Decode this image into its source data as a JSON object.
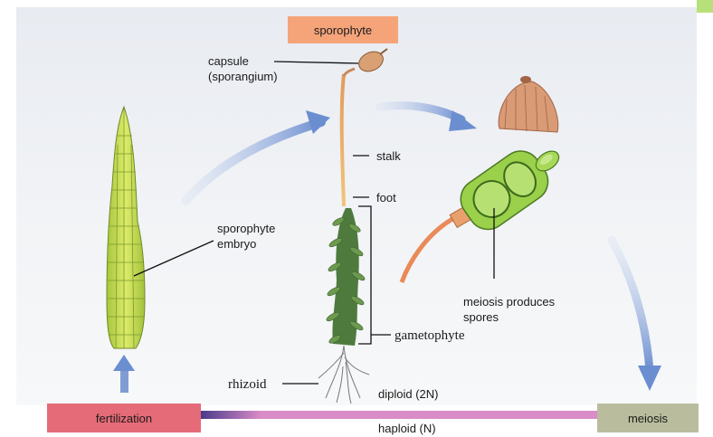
{
  "header_box": {
    "label": "sporophyte",
    "color": "#f5a47a"
  },
  "labels": {
    "capsule_line1": "capsule",
    "capsule_line2": "(sporangium)",
    "stalk": "stalk",
    "foot": "foot",
    "embryo_line1": "sporophyte",
    "embryo_line2": "embryo",
    "meiosis_line1": "meiosis produces",
    "meiosis_line2": "spores",
    "gametophyte": "gametophyte",
    "rhizoid": "rhizoid",
    "diploid": "diploid (2N)",
    "haploid": "haploid (N)"
  },
  "bottom_boxes": {
    "fertilization": {
      "label": "fertilization",
      "color": "#e56b78"
    },
    "meiosis": {
      "label": "meiosis",
      "color": "#b9bd9e"
    }
  },
  "colors": {
    "background_panel": "#eef0f4",
    "arrow": "#7f9cd3",
    "haploid_bar": "#d98cc7",
    "embryo_green": "#c8dc4a",
    "capsule_green": "#9ad04a",
    "gametophyte_green": "#4f7a3e"
  }
}
